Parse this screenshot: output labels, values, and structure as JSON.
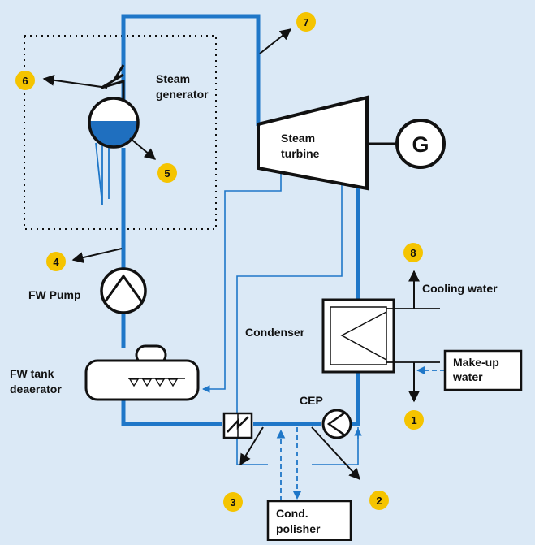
{
  "colors": {
    "background": "#dbe9f6",
    "pipe": "#1f77c8",
    "badge": "#f5c400",
    "water": "#1f6fbf",
    "outline": "#111111",
    "box_fill": "#ffffff"
  },
  "labels": {
    "steam_generator": [
      "Steam",
      "generator"
    ],
    "steam_turbine": [
      "Steam",
      "turbine"
    ],
    "generator": "G",
    "fw_pump": "FW Pump",
    "fw_tank": [
      "FW tank",
      "deaerator"
    ],
    "condenser": "Condenser",
    "cooling_water": "Cooling water",
    "make_up_water": [
      "Make-up",
      "water"
    ],
    "cep": "CEP",
    "cond_polisher": [
      "Cond.",
      "polisher"
    ]
  },
  "sample_points": [
    "1",
    "2",
    "3",
    "4",
    "5",
    "6",
    "7",
    "8"
  ]
}
